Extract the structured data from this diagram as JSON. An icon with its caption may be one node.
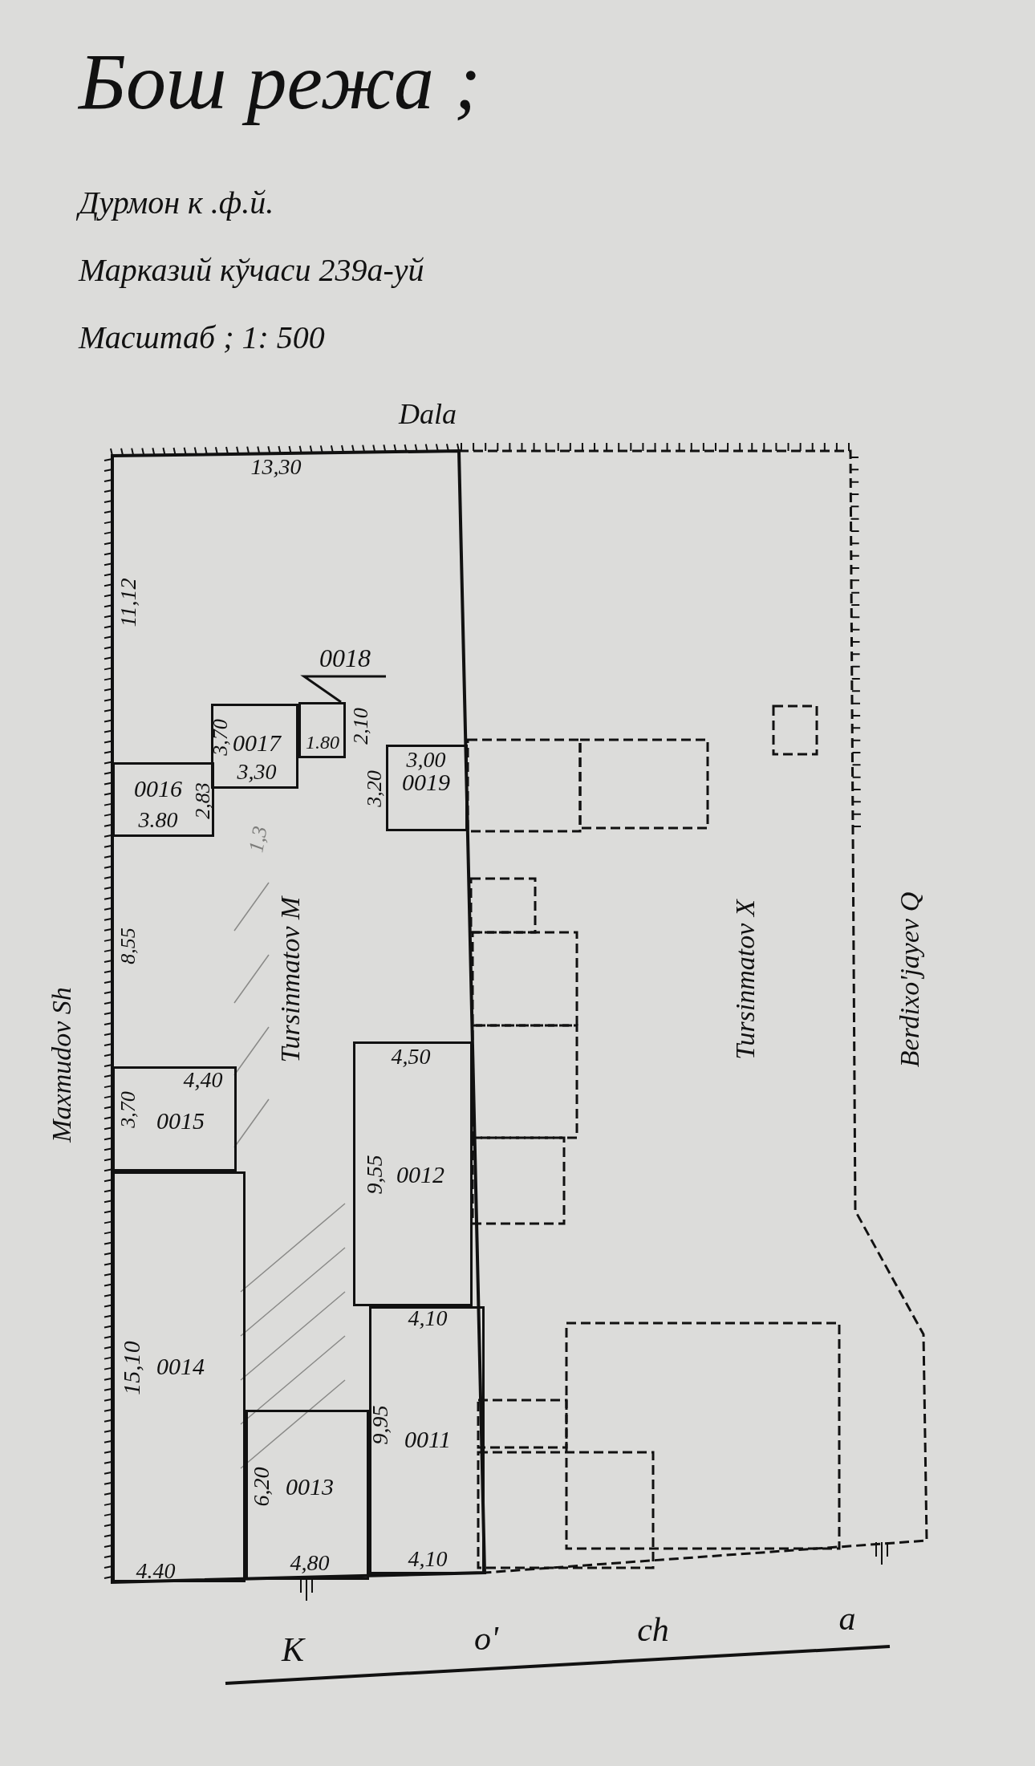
{
  "diagram": {
    "title": "Бош режа ;",
    "nodes": [
      {
        "text": [
          "0018"
        ]
      },
      {
        "text": [
          "1.80"
        ],
        "beside": [
          "2,10"
        ]
      },
      {
        "text": [
          "0016",
          "2,83",
          "3.80"
        ]
      },
      {
        "text": [
          "3,70",
          "0017",
          "3,30"
        ]
      },
      {
        "text": [
          "3,00",
          "0019"
        ],
        "beside": [
          "3,20"
        ]
      },
      {
        "text": [
          "4,40",
          "3,70",
          "0015"
        ]
      },
      {
        "text": [
          "4,50",
          "9,55",
          "0012"
        ]
      },
      {
        "text": [
          "15,10",
          "0014",
          "4.40"
        ]
      },
      {
        "text": [
          "6,20",
          "0013",
          "4,80"
        ]
      },
      {
        "text": [
          "4,10",
          "9,95",
          "0011",
          "4,10"
        ]
      }
    ],
    "edges": [
      {
        "from": 0,
        "to": 1,
        "arrow": "none"
      }
    ],
    "labels": [
      "Дурмон к .ф.й.",
      "Марказий кўчаси 239а-уй",
      "Масштаб ; 1: 500",
      "Dala",
      "13,30",
      "11,12",
      "Maxmudov Sh",
      "1,3",
      "Tursinmatov M",
      "8,55",
      "Tursinmatov X",
      "Berdixo'jayev Q",
      "K",
      "o'",
      "ch",
      "a"
    ]
  }
}
